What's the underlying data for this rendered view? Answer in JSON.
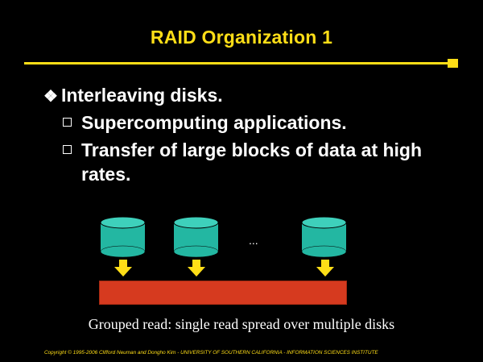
{
  "slide": {
    "title": "RAID Organization 1",
    "bullets": [
      {
        "marker": "❖",
        "text": "Interleaving disks."
      },
      {
        "marker": "❑",
        "text": "Supercomputing applications."
      },
      {
        "marker": "❑",
        "text": "Transfer of large blocks of data at high rates."
      }
    ],
    "ellipsis": "...",
    "caption": "Grouped read: single read spread over multiple disks",
    "footer": "Copyright © 1995-2006 Clifford Neuman and Dongho Kim - UNIVERSITY OF SOUTHERN CALIFORNIA - INFORMATION SCIENCES INSTITUTE"
  },
  "colors": {
    "background": "#000000",
    "accent_yellow": "#ffde17",
    "disk_teal": "#23b7a2",
    "bar_red": "#d63a1f"
  }
}
